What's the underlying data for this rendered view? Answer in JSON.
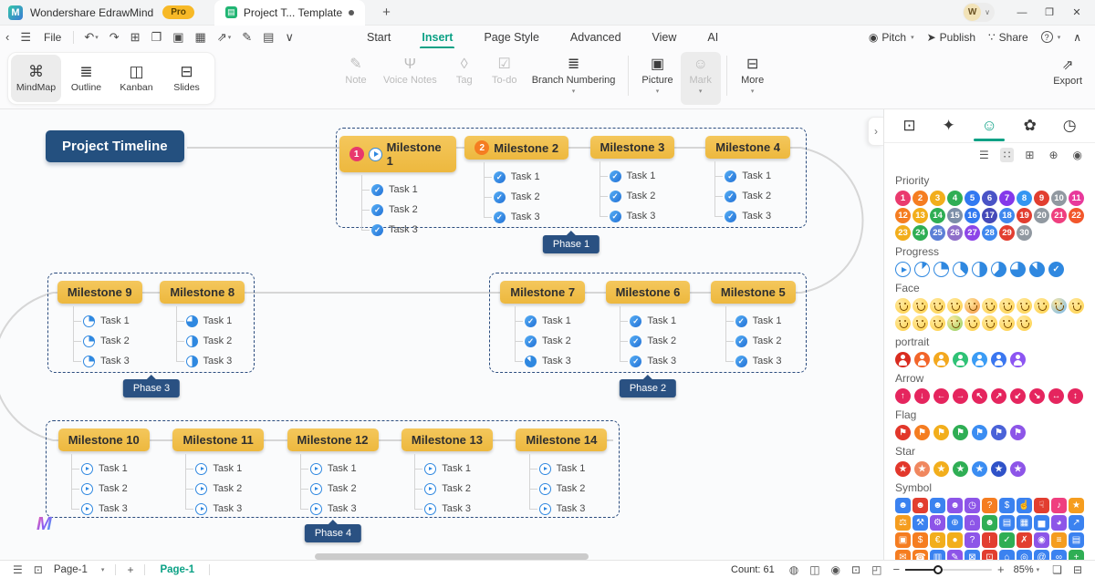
{
  "titlebar": {
    "app_name": "Wondershare EdrawMind",
    "plan_badge": "Pro",
    "tab_title": "Project T... Template",
    "avatar_initial": "W",
    "window_icons": [
      {
        "name": "minimize-icon",
        "glyph": "—"
      },
      {
        "name": "maximize-icon",
        "glyph": "❐"
      },
      {
        "name": "close-icon",
        "glyph": "✕"
      }
    ]
  },
  "quickbar": {
    "nav_icons": [
      {
        "name": "back-icon",
        "glyph": "‹"
      },
      {
        "name": "hamburger-menu-icon",
        "glyph": "☰"
      }
    ],
    "file_label": "File",
    "action_icons": [
      {
        "name": "undo-icon",
        "glyph": "↶",
        "caret": true
      },
      {
        "name": "redo-icon",
        "glyph": "↷"
      },
      {
        "name": "new-file-icon",
        "glyph": "⊞"
      },
      {
        "name": "open-file-icon",
        "glyph": "❐"
      },
      {
        "name": "save-icon",
        "glyph": "▣"
      },
      {
        "name": "print-icon",
        "glyph": "▦"
      },
      {
        "name": "share-file-icon",
        "glyph": "⇗",
        "caret": true
      },
      {
        "name": "edit-icon",
        "glyph": "✎"
      },
      {
        "name": "save-as-icon",
        "glyph": "▤"
      },
      {
        "name": "more-quick-icon",
        "glyph": "∨"
      }
    ]
  },
  "menubar": {
    "items": [
      {
        "label": "Start"
      },
      {
        "label": "Insert",
        "active": true
      },
      {
        "label": "Page Style"
      },
      {
        "label": "Advanced"
      },
      {
        "label": "View"
      },
      {
        "label": "AI"
      }
    ],
    "right_items": [
      {
        "label": "Pitch",
        "icon": "pitch-play-icon",
        "glyph": "◉",
        "caret": true
      },
      {
        "label": "Publish",
        "icon": "publish-plane-icon",
        "glyph": "➤"
      },
      {
        "label": "Share",
        "icon": "share-nodes-icon",
        "glyph": "∵"
      },
      {
        "label": "",
        "icon": "help-icon",
        "glyph": "?",
        "caret": true
      },
      {
        "label": "",
        "icon": "collapse-ribbon-icon",
        "glyph": "∧"
      }
    ]
  },
  "ribbon": {
    "views": [
      {
        "label": "MindMap",
        "icon": "mindmap-view-icon",
        "glyph": "⌘",
        "active": true
      },
      {
        "label": "Outline",
        "icon": "outline-view-icon",
        "glyph": "≣"
      },
      {
        "label": "Kanban",
        "icon": "kanban-view-icon",
        "glyph": "◫"
      },
      {
        "label": "Slides",
        "icon": "slides-view-icon",
        "glyph": "⊟"
      }
    ],
    "tools": [
      {
        "label": "Note",
        "icon": "note-icon",
        "glyph": "✎",
        "disabled": true
      },
      {
        "label": "Voice Notes",
        "icon": "voice-notes-icon",
        "glyph": "Ψ",
        "disabled": true
      },
      {
        "label": "Tag",
        "icon": "tag-icon",
        "glyph": "◊",
        "disabled": true
      },
      {
        "label": "To-do",
        "icon": "todo-icon",
        "glyph": "☑",
        "disabled": true
      },
      {
        "label": "Branch Numbering",
        "icon": "branch-numbering-icon",
        "glyph": "≣",
        "caret": true
      },
      {
        "label": "Picture",
        "icon": "picture-icon",
        "glyph": "▣",
        "caret": true,
        "sep_before": true
      },
      {
        "label": "Mark",
        "icon": "mark-icon",
        "glyph": "☺",
        "caret": true,
        "active": true,
        "disabled": true
      },
      {
        "label": "More",
        "icon": "more-tools-icon",
        "glyph": "⊟",
        "caret": true,
        "sep_before": true
      }
    ],
    "export_label": "Export",
    "export_glyph": "⇗"
  },
  "canvas": {
    "root_label": "Project Timeline",
    "groups": [
      {
        "phase": "Phase 1",
        "milestones": [
          {
            "label": "Milestone 1",
            "priority_badge": {
              "text": "1",
              "color": "#e8386d"
            },
            "progress_badge": true,
            "tasks": [
              {
                "label": "Task 1",
                "icon": "check"
              },
              {
                "label": "Task 2",
                "icon": "check"
              },
              {
                "label": "Task 3",
                "icon": "check"
              }
            ]
          },
          {
            "label": "Milestone 2",
            "priority_badge": {
              "text": "2",
              "color": "#f57d21"
            },
            "tasks": [
              {
                "label": "Task 1",
                "icon": "check"
              },
              {
                "label": "Task 2",
                "icon": "check"
              },
              {
                "label": "Task 3",
                "icon": "check"
              }
            ]
          },
          {
            "label": "Milestone 3",
            "tasks": [
              {
                "label": "Task 1",
                "icon": "check"
              },
              {
                "label": "Task 2",
                "icon": "check"
              },
              {
                "label": "Task 3",
                "icon": "check"
              }
            ]
          },
          {
            "label": "Milestone 4",
            "tasks": [
              {
                "label": "Task 1",
                "icon": "check"
              },
              {
                "label": "Task 2",
                "icon": "check"
              },
              {
                "label": "Task 3",
                "icon": "check"
              }
            ]
          }
        ]
      },
      {
        "phase": "Phase 3",
        "milestones": [
          {
            "label": "Milestone 9",
            "tasks": [
              {
                "label": "Task 1",
                "icon": "pie25"
              },
              {
                "label": "Task 2",
                "icon": "pie25"
              },
              {
                "label": "Task 3",
                "icon": "pie25"
              }
            ]
          },
          {
            "label": "Milestone 8",
            "tasks": [
              {
                "label": "Task 1",
                "icon": "pie75"
              },
              {
                "label": "Task 2",
                "icon": "pie50"
              },
              {
                "label": "Task 3",
                "icon": "pie50"
              }
            ]
          }
        ]
      },
      {
        "phase": "Phase 2",
        "milestones": [
          {
            "label": "Milestone 7",
            "tasks": [
              {
                "label": "Task 1",
                "icon": "check"
              },
              {
                "label": "Task 2",
                "icon": "check"
              },
              {
                "label": "Task 3",
                "icon": "pie87"
              }
            ]
          },
          {
            "label": "Milestone 6",
            "tasks": [
              {
                "label": "Task 1",
                "icon": "check"
              },
              {
                "label": "Task 2",
                "icon": "check"
              },
              {
                "label": "Task 3",
                "icon": "check"
              }
            ]
          },
          {
            "label": "Milestone 5",
            "tasks": [
              {
                "label": "Task 1",
                "icon": "check"
              },
              {
                "label": "Task 2",
                "icon": "check"
              },
              {
                "label": "Task 3",
                "icon": "check"
              }
            ]
          }
        ]
      },
      {
        "phase": "Phase 4",
        "milestones": [
          {
            "label": "Milestone 10",
            "tasks": [
              {
                "label": "Task 1",
                "icon": "play"
              },
              {
                "label": "Task 2",
                "icon": "play"
              },
              {
                "label": "Task 3",
                "icon": "play"
              }
            ]
          },
          {
            "label": "Milestone 11",
            "tasks": [
              {
                "label": "Task 1",
                "icon": "play"
              },
              {
                "label": "Task 2",
                "icon": "play"
              },
              {
                "label": "Task 3",
                "icon": "play"
              }
            ]
          },
          {
            "label": "Milestone 12",
            "tasks": [
              {
                "label": "Task 1",
                "icon": "play"
              },
              {
                "label": "Task 2",
                "icon": "play"
              },
              {
                "label": "Task 3",
                "icon": "play"
              }
            ]
          },
          {
            "label": "Milestone 13",
            "tasks": [
              {
                "label": "Task 1",
                "icon": "play"
              },
              {
                "label": "Task 2",
                "icon": "play"
              },
              {
                "label": "Task 3",
                "icon": "play"
              }
            ]
          },
          {
            "label": "Milestone 14",
            "tasks": [
              {
                "label": "Task 1",
                "icon": "play"
              },
              {
                "label": "Task 2",
                "icon": "play"
              },
              {
                "label": "Task 3",
                "icon": "play"
              }
            ]
          }
        ]
      }
    ]
  },
  "panel": {
    "tabs": [
      {
        "name": "style-panel-icon",
        "glyph": "⊡"
      },
      {
        "name": "ai-panel-icon",
        "glyph": "✦"
      },
      {
        "name": "mark-panel-icon",
        "glyph": "☺",
        "active": true
      },
      {
        "name": "sticker-panel-icon",
        "glyph": "✿"
      },
      {
        "name": "history-panel-icon",
        "glyph": "◷"
      }
    ],
    "subtools": [
      {
        "name": "list-view-icon",
        "glyph": "☰"
      },
      {
        "name": "grid-view-icon",
        "glyph": "∷",
        "active": true
      },
      {
        "name": "add-image-mark-icon",
        "glyph": "⊞"
      },
      {
        "name": "add-tag-mark-icon",
        "glyph": "⊕"
      },
      {
        "name": "visibility-icon",
        "glyph": "◉"
      }
    ],
    "priority": {
      "label": "Priority",
      "colors": [
        "#ea3a6e",
        "#f57d21",
        "#f2ae1c",
        "#2fae54",
        "#3179f1",
        "#4a54c6",
        "#8438ea",
        "#3496f2",
        "#e23e30",
        "#9199a1",
        "#e8399b",
        "#f57d21",
        "#f2ae1c",
        "#2fae54",
        "#7d8fa8",
        "#3179f1",
        "#4549b8",
        "#3f88ee",
        "#e23e30",
        "#9199a1",
        "#ef3f7f",
        "#f2572b",
        "#f2ae1c",
        "#2fae54",
        "#5c7fd6",
        "#8f6fc9",
        "#8d46e8",
        "#3f88ee",
        "#e23e30",
        "#9199a1"
      ]
    },
    "progress": {
      "label": "Progress",
      "items": [
        "play",
        "12",
        "25",
        "37",
        "50",
        "62",
        "75",
        "87",
        "check"
      ],
      "color": "#2f88e0"
    },
    "face": {
      "label": "Face",
      "colors": [
        "#ffcf43",
        "#ffcf43",
        "#ffcf43",
        "#ffcf43",
        "#f5923e",
        "#ffcf43",
        "#ffcf43",
        "#ffcf43",
        "#ffcf43",
        "#6db5f5",
        "#ffcf43",
        "#ffcf43",
        "#ffcf43",
        "#ffcf43",
        "#8ed161",
        "#ffcf43",
        "#ffcf43",
        "#ffcf43",
        "#ffcf43"
      ]
    },
    "portrait": {
      "label": "portrait",
      "colors": [
        "#d92c20",
        "#f2652a",
        "#f3a81f",
        "#2fc276",
        "#3b9cf5",
        "#3b77f0",
        "#8d55f2"
      ]
    },
    "arrow": {
      "label": "Arrow",
      "color": "#e5255e",
      "glyphs": [
        "↑",
        "↓",
        "←",
        "→",
        "↖",
        "↗",
        "↙",
        "↘",
        "↔",
        "↕"
      ]
    },
    "flag": {
      "label": "Flag",
      "glyph": "⚑",
      "colors": [
        "#e2372b",
        "#f57d21",
        "#f2ae1c",
        "#2fae54",
        "#3b8df2",
        "#4a62d8",
        "#8d55e8"
      ]
    },
    "star": {
      "label": "Star",
      "glyph": "★",
      "colors": [
        "#e2372b",
        "#f0875f",
        "#f2ae1c",
        "#2fae54",
        "#3b8df2",
        "#2f52c8",
        "#8d55e8"
      ]
    },
    "symbol": {
      "label": "Symbol",
      "cells": [
        {
          "g": "☻",
          "c": "#3b82f0"
        },
        {
          "g": "☻",
          "c": "#e23e30"
        },
        {
          "g": "☻",
          "c": "#3b82f0"
        },
        {
          "g": "☻",
          "c": "#8d55e8"
        },
        {
          "g": "◷",
          "c": "#8d55e8"
        },
        {
          "g": "?",
          "c": "#f57d21"
        },
        {
          "g": "$",
          "c": "#3b82f0"
        },
        {
          "g": "☝",
          "c": "#3b82f0"
        },
        {
          "g": "☟",
          "c": "#e23e30"
        },
        {
          "g": "♪",
          "c": "#ef3f7f"
        },
        {
          "g": "★",
          "c": "#f59d1f"
        },
        {
          "g": "⚖",
          "c": "#f59d1f"
        },
        {
          "g": "⚒",
          "c": "#3b82f0"
        },
        {
          "g": "⚙",
          "c": "#8d55e8"
        },
        {
          "g": "⊕",
          "c": "#3b82f0"
        },
        {
          "g": "⌂",
          "c": "#8d55e8"
        },
        {
          "g": "☻",
          "c": "#2fae54"
        },
        {
          "g": "▤",
          "c": "#3b82f0"
        },
        {
          "g": "▦",
          "c": "#3b82f0"
        },
        {
          "g": "▅",
          "c": "#3b82f0"
        },
        {
          "g": "◕",
          "c": "#8d55e8"
        },
        {
          "g": "↗",
          "c": "#3b82f0"
        },
        {
          "g": "▣",
          "c": "#f57d21"
        },
        {
          "g": "$",
          "c": "#f57d21"
        },
        {
          "g": "€",
          "c": "#f2ae1c"
        },
        {
          "g": "●",
          "c": "#f2ae1c"
        },
        {
          "g": "?",
          "c": "#8d55e8"
        },
        {
          "g": "!",
          "c": "#e23e30"
        },
        {
          "g": "✓",
          "c": "#2fae54"
        },
        {
          "g": "✗",
          "c": "#e23e30"
        },
        {
          "g": "◉",
          "c": "#8d55e8"
        },
        {
          "g": "≡",
          "c": "#f59d1f"
        },
        {
          "g": "▤",
          "c": "#3b82f0"
        },
        {
          "g": "✉",
          "c": "#f57d21"
        },
        {
          "g": "☎",
          "c": "#f57d21"
        },
        {
          "g": "▥",
          "c": "#3b82f0"
        },
        {
          "g": "✎",
          "c": "#8d55e8"
        },
        {
          "g": "⊠",
          "c": "#3b82f0"
        },
        {
          "g": "⊡",
          "c": "#e23e30"
        },
        {
          "g": "⌂",
          "c": "#3b82f0"
        },
        {
          "g": "◎",
          "c": "#3b82f0"
        },
        {
          "g": "@",
          "c": "#3b82f0"
        },
        {
          "g": "∞",
          "c": "#3b82f0"
        },
        {
          "g": "+",
          "c": "#2fae54"
        },
        {
          "g": "−",
          "c": "#e23e30"
        },
        {
          "g": "▶",
          "c": "#2fae54"
        },
        {
          "g": "∥",
          "c": "#ef3f7f"
        },
        {
          "g": "■",
          "c": "#35c3d8"
        },
        {
          "g": "✈",
          "c": "#3b82f0"
        },
        {
          "g": "☕",
          "c": "#3b82f0"
        },
        {
          "g": "▬",
          "c": "#2fae54"
        },
        {
          "g": "☻",
          "c": "#2fae54"
        },
        {
          "g": "⚡",
          "c": "#f59d1f"
        },
        {
          "g": "☂",
          "c": "#2fae54"
        },
        {
          "g": "☀",
          "c": "#f57d21"
        }
      ]
    }
  },
  "statusbar": {
    "left_icons": [
      {
        "name": "page-list-icon",
        "glyph": "☰"
      },
      {
        "name": "page-thumbnail-icon",
        "glyph": "⊡"
      }
    ],
    "page_select": "Page-1",
    "add_page_glyph": "+",
    "page_tab": "Page-1",
    "count": "Count: 61",
    "right_icons": [
      {
        "name": "language-icon",
        "glyph": "◍"
      },
      {
        "name": "split-view-icon",
        "glyph": "◫"
      },
      {
        "name": "play-presentation-icon",
        "glyph": "◉"
      },
      {
        "name": "frame-icon",
        "glyph": "⊡"
      },
      {
        "name": "fit-window-icon",
        "glyph": "◰"
      }
    ],
    "zoom_value": "85%",
    "tail_icons": [
      {
        "name": "fullscreen-icon",
        "glyph": "❏"
      },
      {
        "name": "collapse-statusbar-icon",
        "glyph": "⊟"
      }
    ]
  }
}
